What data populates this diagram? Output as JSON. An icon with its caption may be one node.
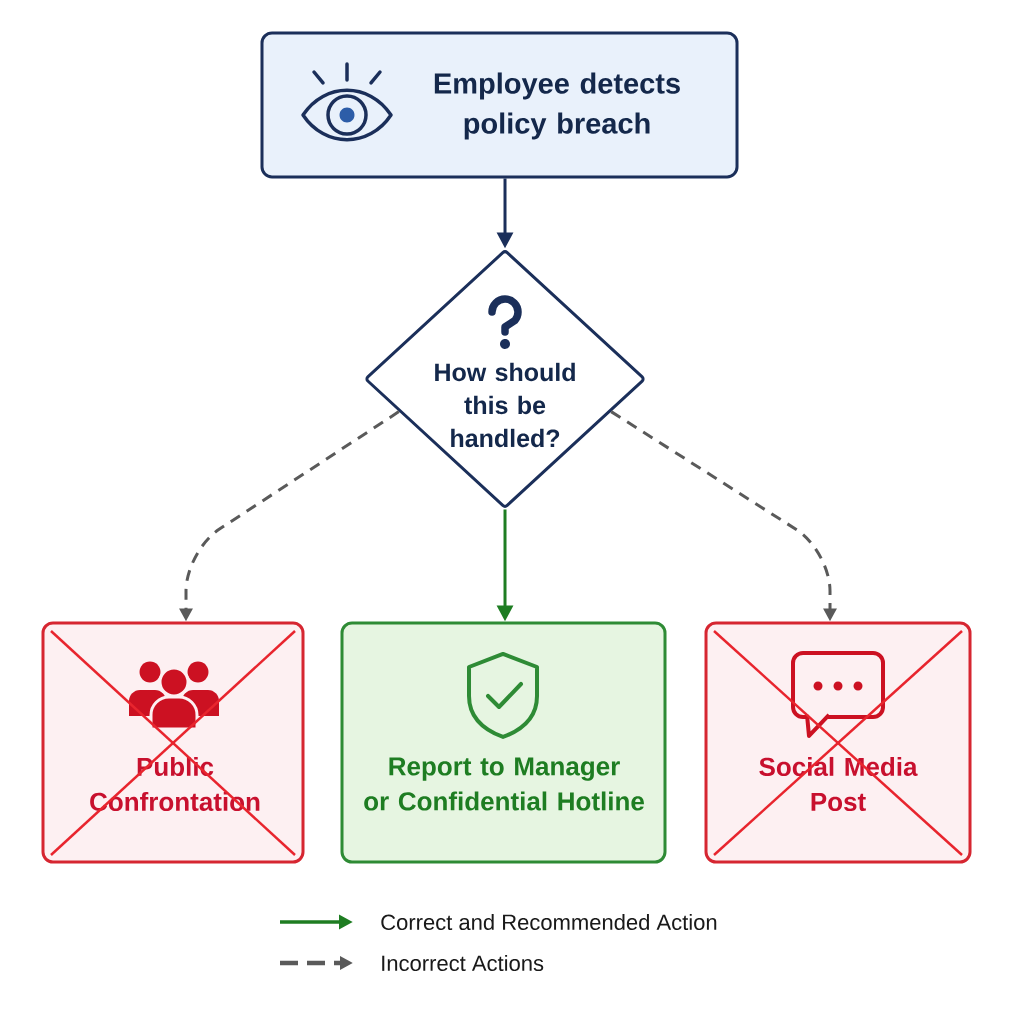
{
  "diagram": {
    "nodes": [
      {
        "text": [
          "Employee detects policy breach"
        ]
      },
      {
        "text": [
          "How should this be handled?"
        ]
      },
      {
        "text": [
          "Public Confrontation"
        ]
      },
      {
        "text": [
          "Report to Manager or Confidential Hotline"
        ]
      },
      {
        "text": [
          "Social Media Post"
        ]
      }
    ],
    "edges": [
      {
        "from": 0,
        "to": 1,
        "arrow": "to",
        "color": "#1b2f5a"
      },
      {
        "from": 1,
        "to": 2,
        "arrow": "to",
        "style": "dashed"
      },
      {
        "from": 1,
        "to": 3,
        "arrow": "to",
        "color": "#1e7d22"
      },
      {
        "from": 1,
        "to": 4,
        "arrow": "to",
        "style": "dashed"
      }
    ],
    "legend": [
      {
        "text": "Correct and Recommended Action"
      },
      {
        "text": "Incorrect Actions"
      }
    ]
  }
}
